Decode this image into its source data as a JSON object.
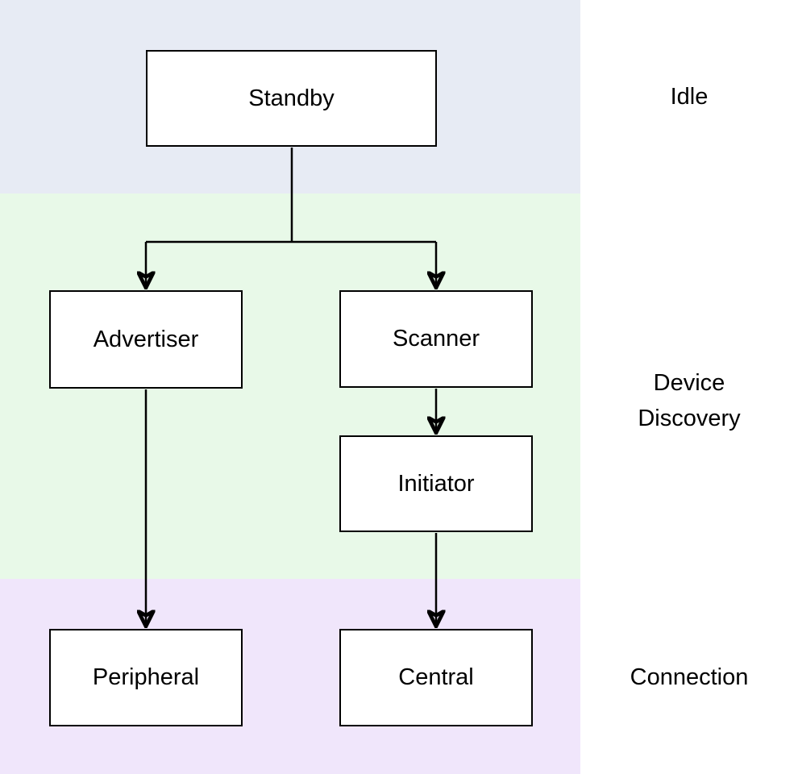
{
  "diagram": {
    "bands": {
      "idle": {
        "label": "Idle"
      },
      "device_discovery": {
        "label": "Device\nDiscovery"
      },
      "connection": {
        "label": "Connection"
      }
    },
    "nodes": {
      "standby": {
        "label": "Standby"
      },
      "advertiser": {
        "label": "Advertiser"
      },
      "scanner": {
        "label": "Scanner"
      },
      "initiator": {
        "label": "Initiator"
      },
      "peripheral": {
        "label": "Peripheral"
      },
      "central": {
        "label": "Central"
      }
    },
    "edges": [
      {
        "from": "standby",
        "to": "advertiser"
      },
      {
        "from": "standby",
        "to": "scanner"
      },
      {
        "from": "advertiser",
        "to": "peripheral"
      },
      {
        "from": "scanner",
        "to": "initiator"
      },
      {
        "from": "initiator",
        "to": "central"
      }
    ],
    "colors": {
      "idle_band": "#e7ebf4",
      "discovery_band": "#e8f9e8",
      "connection_band": "#f0e6fb",
      "node_fill": "#ffffff",
      "node_border": "#000000",
      "arrow": "#000000"
    }
  }
}
